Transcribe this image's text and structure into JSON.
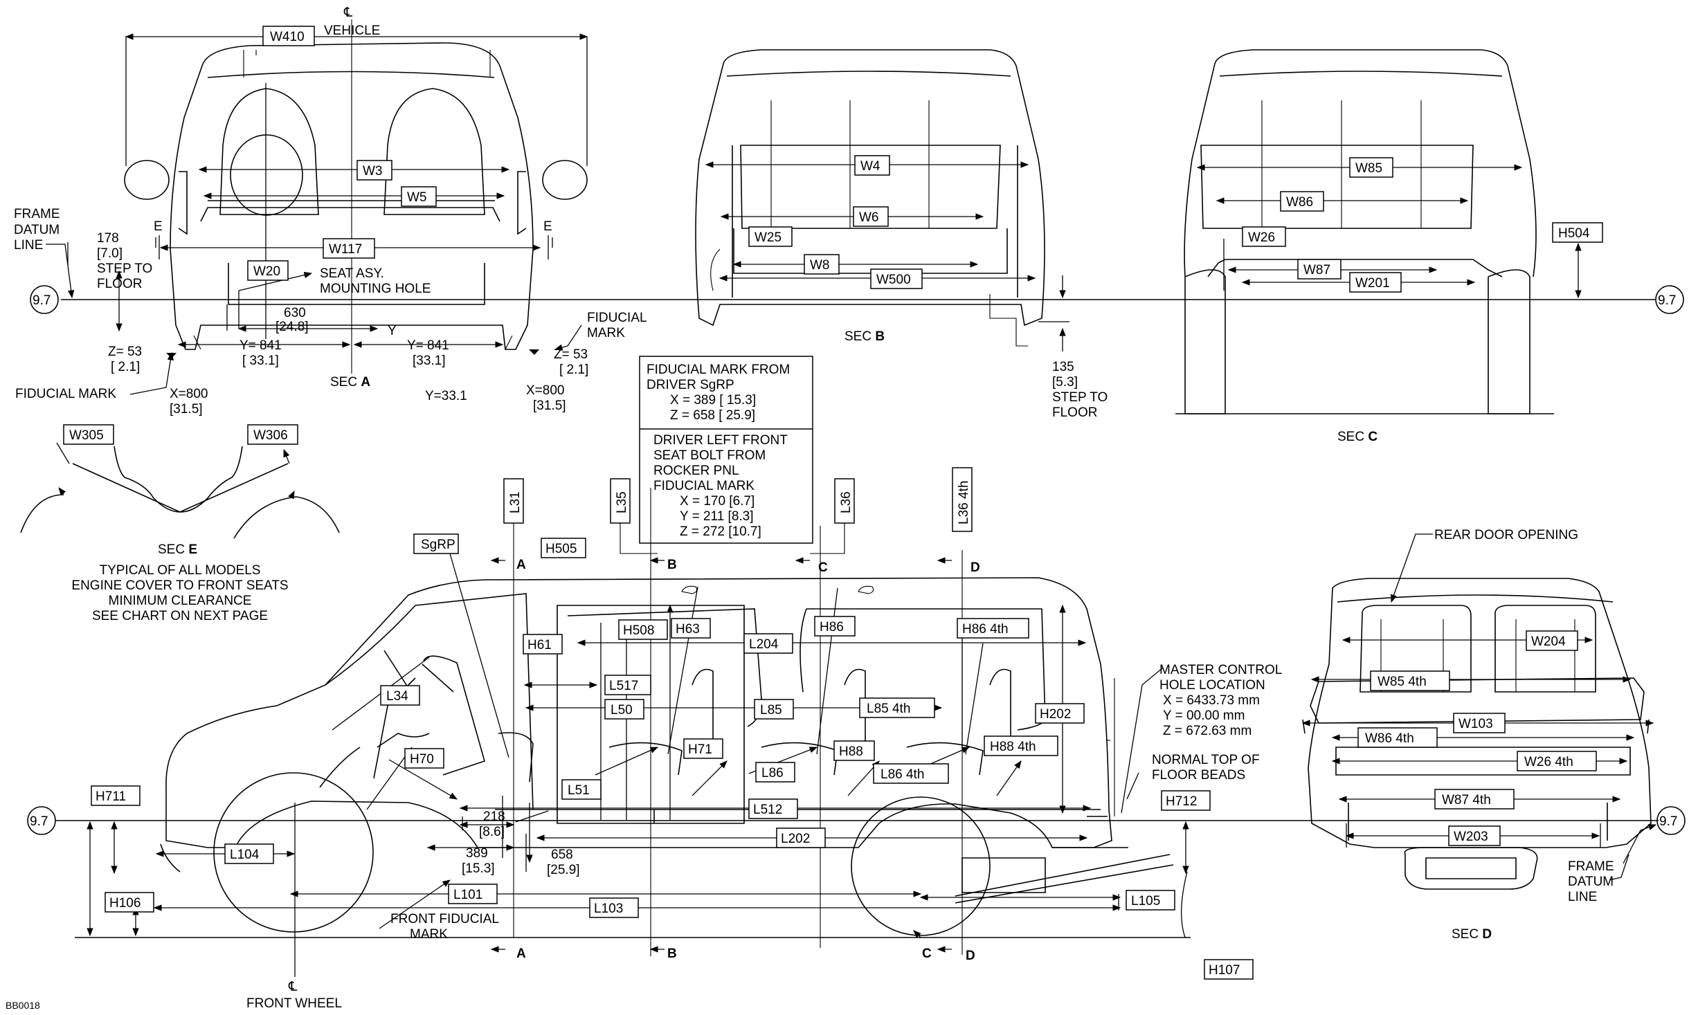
{
  "cl_vehicle": "VEHICLE",
  "cl_front_wheel": "FRONT WHEEL",
  "datum_value": "9.7",
  "frame_datum_line": [
    "FRAME",
    "DATUM",
    "LINE"
  ],
  "figure_code": "BB0018",
  "step_to_floor_front": [
    "178",
    "[7.0]",
    "STEP TO",
    "FLOOR"
  ],
  "step_to_floor_rear": [
    "135",
    "[5.3]",
    "STEP TO",
    "FLOOR"
  ],
  "seat_asy": [
    "SEAT ASY.",
    "MOUNTING HOLE"
  ],
  "fiducial_mark": "FIDUCIAL MARK",
  "fiducial_mark_right": [
    "FIDUCIAL",
    "MARK"
  ],
  "sec_a_dims": {
    "d630": [
      "630",
      "[24.8]"
    ],
    "y_letter": "Y",
    "y841_left": [
      "Y= 841",
      "[ 33.1]"
    ],
    "y841_right": [
      "Y= 841",
      "[33.1]"
    ],
    "z53_left": [
      "Z= 53",
      "[ 2.1]"
    ],
    "z53_right": [
      "Z= 53",
      "[ 2.1]"
    ],
    "x800_left": [
      "X=800",
      "[31.5]"
    ],
    "x800_right": [
      "X=800",
      "[31.5]"
    ],
    "y331": "Y=33.1"
  },
  "sections": {
    "a": {
      "prefix": "SEC",
      "letter": "A"
    },
    "b": {
      "prefix": "SEC",
      "letter": "B"
    },
    "c": {
      "prefix": "SEC",
      "letter": "C"
    },
    "d": {
      "prefix": "SEC",
      "letter": "D"
    },
    "e": {
      "prefix": "SEC",
      "letter": "E"
    }
  },
  "sec_e_note": [
    "TYPICAL OF ALL MODELS",
    "ENGINE COVER TO FRONT SEATS",
    "MINIMUM CLEARANCE",
    "SEE CHART ON NEXT PAGE"
  ],
  "fiducial_box": {
    "upper": [
      "FIDUCIAL MARK FROM",
      "DRIVER SgRP",
      "X =  389 [ 15.3]",
      "Z =  658 [ 25.9]"
    ],
    "lower": [
      "DRIVER LEFT FRONT",
      "SEAT BOLT FROM",
      "ROCKER PNL",
      "FIDUCIAL MARK",
      "X = 170 [6.7]",
      "Y = 211 [8.3]",
      "Z = 272 [10.7]"
    ]
  },
  "master_control": [
    "MASTER CONTROL",
    "HOLE LOCATION",
    "X = 6433.73 mm",
    "Y = 00.00 mm",
    "Z = 672.63 mm"
  ],
  "normal_top": [
    "NORMAL TOP OF",
    "FLOOR BEADS"
  ],
  "rear_door_opening": "REAR DOOR OPENING",
  "front_fiducial": [
    "FRONT FIDUCIAL",
    "MARK"
  ],
  "side_dims": {
    "d218": [
      "218",
      "[8.6]"
    ],
    "d389": [
      "389",
      "[15.3]"
    ],
    "d658": [
      "658",
      "[25.9]"
    ]
  },
  "section_markers": [
    "A",
    "B",
    "C",
    "D",
    "E"
  ],
  "labels": {
    "w410": "W410",
    "w3": "W3",
    "w5": "W5",
    "w117": "W117",
    "w20": "W20",
    "w4": "W4",
    "w6": "W6",
    "w25": "W25",
    "w8": "W8",
    "w500": "W500",
    "w85": "W85",
    "w86": "W86",
    "w26": "W26",
    "w87": "W87",
    "w201": "W201",
    "h504": "H504",
    "w305": "W305",
    "w306": "W306",
    "l31": "L31",
    "l35": "L35",
    "l36": "L36",
    "l36_4th": "L36 4th",
    "sgrp": "SgRP",
    "h505": "H505",
    "h508": "H508",
    "h63": "H63",
    "h61": "H61",
    "l204": "L204",
    "h86": "H86",
    "h86_4th": "H86 4th",
    "l34": "L34",
    "l517": "L517",
    "l50": "L50",
    "l85": "L85",
    "l85_4th": "L85 4th",
    "h202": "H202",
    "h71": "H71",
    "h88": "H88",
    "h88_4th": "H88 4th",
    "h70": "H70",
    "l86": "L86",
    "l86_4th": "L86 4th",
    "l51": "L51",
    "l512": "L512",
    "h711": "H711",
    "h712": "H712",
    "l104": "L104",
    "l202": "L202",
    "h106": "H106",
    "l101": "L101",
    "l103": "L103",
    "l105": "L105",
    "h107": "H107",
    "w204": "W204",
    "w85_4th": "W85 4th",
    "w103": "W103",
    "w86_4th": "W86 4th",
    "w26_4th": "W26 4th",
    "w87_4th": "W87 4th",
    "w203": "W203"
  }
}
